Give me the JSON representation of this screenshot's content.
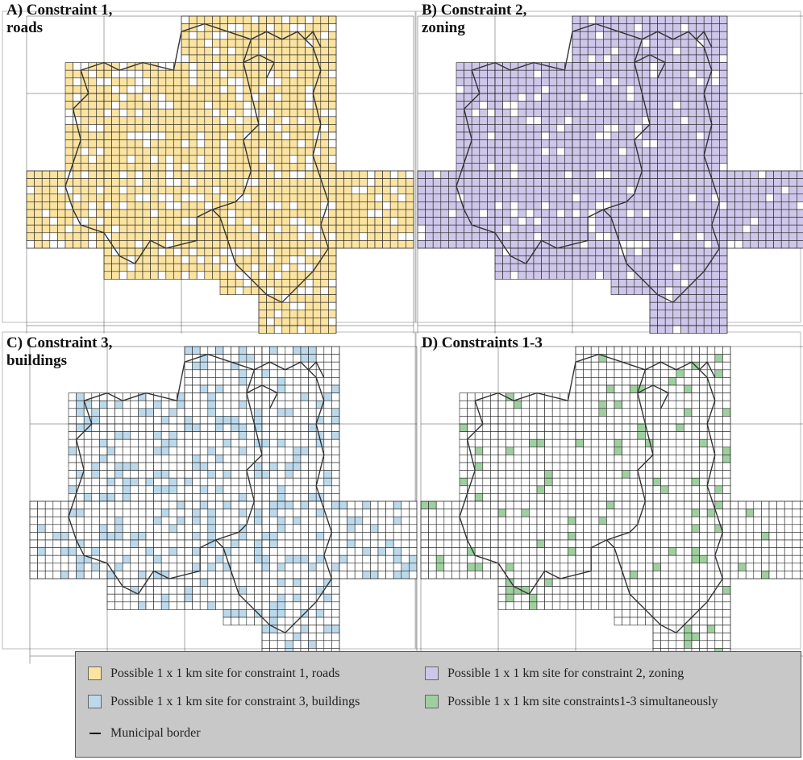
{
  "figure": {
    "panels": [
      {
        "id": "A",
        "title": "A) Constraint 1,\nroads",
        "fill": "#fbe3a1"
      },
      {
        "id": "B",
        "title": "B) Constraint 2,\nzoning",
        "fill": "#cec7ea"
      },
      {
        "id": "C",
        "title": "C) Constraint 3,\nbuildings",
        "fill": "#bcd9ec"
      },
      {
        "id": "D",
        "title": "D) Constraints 1-3",
        "fill": "#9fcf9f"
      }
    ],
    "coverage": {
      "A": 0.78,
      "B": 0.93,
      "C": 0.23,
      "D": 0.07
    },
    "colors": {
      "grid": "#111111",
      "border": "#333333",
      "legend_bg": "#c8c8c8"
    }
  },
  "legend": {
    "roads": "Possible 1 x 1 km site for constraint 1, roads",
    "zoning": "Possible 1 x 1 km site for constraint 2, zoning",
    "buildings": "Possible 1 x 1 km site for constraint 3, buildings",
    "all": "Possible 1 x 1 km site constraints1-3 simultaneously",
    "border": "Municipal border"
  }
}
